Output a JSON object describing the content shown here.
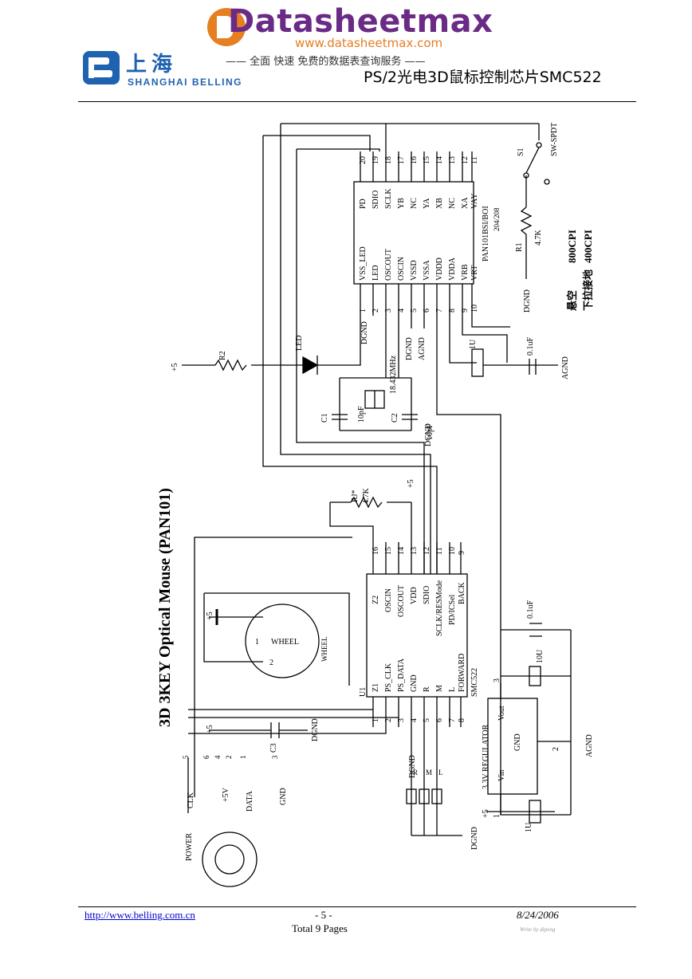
{
  "watermark": {
    "name": "Datasheetmax",
    "url": "www.datasheetmax.com",
    "tagline": "—— 全面  快速  免费的数据表查询服务 ——"
  },
  "header": {
    "logo_cn": "上海",
    "logo_en": "SHANGHAI BELLING",
    "title": "PS/2光电3D鼠标控制芯片SMC522"
  },
  "footer": {
    "url": "http://www.belling.com.cn",
    "page": "- 5 -",
    "total": "Total 9 Pages",
    "date": "8/24/2006",
    "write": "Write by dipeng"
  },
  "schematic": {
    "title": "3D 3KEY Optical Mouse (PAN101)",
    "sensor": {
      "part": "PAN101BSI/BOI",
      "subpart": "204/208",
      "left_pins": [
        {
          "num": "1",
          "name": "VSS_LED"
        },
        {
          "num": "2",
          "name": "LED"
        },
        {
          "num": "3",
          "name": "OSCOUT"
        },
        {
          "num": "4",
          "name": "OSCIN"
        },
        {
          "num": "5",
          "name": "VSSD"
        },
        {
          "num": "6",
          "name": "VSSA"
        },
        {
          "num": "7",
          "name": "VDDD"
        },
        {
          "num": "8",
          "name": "VDDA"
        },
        {
          "num": "9",
          "name": "VRB"
        },
        {
          "num": "10",
          "name": "VRT"
        }
      ],
      "right_pins": [
        {
          "num": "20",
          "name": "PD"
        },
        {
          "num": "19",
          "name": "SDIO"
        },
        {
          "num": "18",
          "name": "SCLK"
        },
        {
          "num": "17",
          "name": "YB"
        },
        {
          "num": "16",
          "name": "NC"
        },
        {
          "num": "15",
          "name": "YA"
        },
        {
          "num": "14",
          "name": "XB"
        },
        {
          "num": "13",
          "name": "NC"
        },
        {
          "num": "12",
          "name": "XA"
        },
        {
          "num": "11",
          "name": "VAY"
        }
      ]
    },
    "mcu": {
      "ref": "U1",
      "part": "SMC522",
      "left_pins": [
        {
          "num": "1",
          "name": "Z1"
        },
        {
          "num": "2",
          "name": "PS_CLK"
        },
        {
          "num": "3",
          "name": "PS_DATA"
        },
        {
          "num": "4",
          "name": "GND"
        },
        {
          "num": "5",
          "name": "R"
        },
        {
          "num": "6",
          "name": "M"
        },
        {
          "num": "7",
          "name": "L"
        },
        {
          "num": "8",
          "name": "FORWARD"
        }
      ],
      "right_pins": [
        {
          "num": "16",
          "name": "Z2"
        },
        {
          "num": "15",
          "name": "OSCIN"
        },
        {
          "num": "14",
          "name": "OSCOUT"
        },
        {
          "num": "13",
          "name": "VDD"
        },
        {
          "num": "12",
          "name": "SDIO"
        },
        {
          "num": "11",
          "name": "SCLK/RESMode"
        },
        {
          "num": "10",
          "name": "PD/ICSel"
        },
        {
          "num": "9",
          "name": "BACK"
        }
      ]
    },
    "regulator": {
      "label": "3.3V REGULATOR",
      "vin": "Vin",
      "vout": "Vout",
      "gnd": "GND",
      "pin1": "1",
      "pin2": "2",
      "pin3": "3"
    },
    "components": {
      "r2": "R2",
      "led": "LED",
      "c1": "C1",
      "c1_val": "10pF",
      "c2": "C2",
      "c2_val": "10pF",
      "xtal": "18.432MHz",
      "c_1u": "1U",
      "c_01u": "0.1uF",
      "r1": "R1",
      "r1_val": "4.7K",
      "rj": "RJ*",
      "rj_val": "4.7K",
      "s1": "S1",
      "sw": "SW-SPDT",
      "c3": "C3",
      "c_10u": "10U",
      "c_1u_reg": "1U",
      "c_01u_reg": "0.1uF"
    },
    "cpi_text": {
      "line1_a": "悬空",
      "line1_b": "800CPI",
      "line2_a": "下拉接地",
      "line2_b": "400CPI"
    },
    "power": {
      "p5": "+5",
      "dgnd": "DGND",
      "agnd": "AGND"
    },
    "wheel": {
      "label": "WHEEL",
      "pin1": "1",
      "pin2": "2",
      "name": "WHEEL",
      "p5": "+5"
    },
    "connector": {
      "power": "POWER",
      "clk": "CLK",
      "v5": "+5V",
      "data": "DATA",
      "gnd": "GND",
      "pins": [
        "5",
        "6",
        "4",
        "2",
        "1",
        "3"
      ]
    },
    "buttons": {
      "r": "R",
      "m": "M",
      "l": "L"
    }
  }
}
